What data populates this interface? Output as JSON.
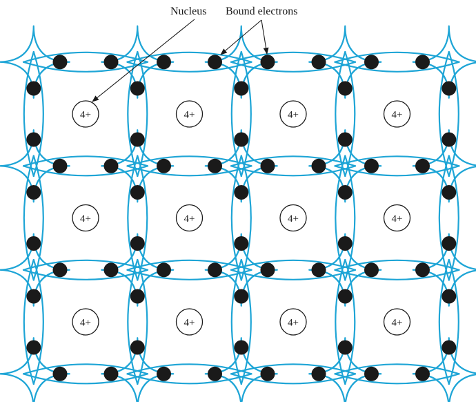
{
  "labels": {
    "nucleus": "Nucleus",
    "bound_electrons": "Bound electrons"
  },
  "lattice": {
    "rows": 3,
    "columns": 4,
    "nucleus_charge": "4+"
  },
  "colors": {
    "bond": "#1ea5d6",
    "electron": "#1a1a1a",
    "ink": "#1a1a1a",
    "background": "#ffffff"
  }
}
